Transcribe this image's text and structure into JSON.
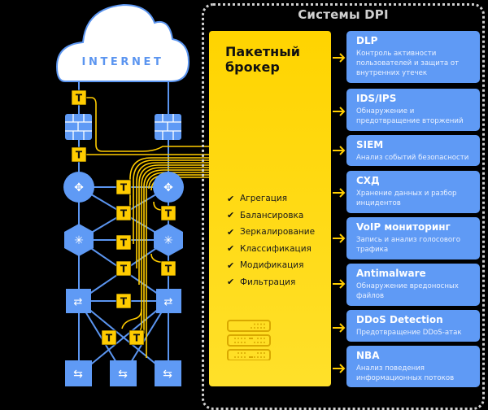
{
  "network": {
    "cloud_label": "INTERNET",
    "tap_label": "T",
    "colors": {
      "line": "#5b95f0",
      "node": "#5f9af5",
      "tap": "#ffcc00",
      "fiber": "#ffcc00"
    }
  },
  "dpi": {
    "title": "Системы DPI",
    "broker": {
      "title": "Пакетный брокер",
      "features": [
        {
          "icon": "check-icon",
          "label": "Агрегация"
        },
        {
          "icon": "check-icon",
          "label": "Балансировка"
        },
        {
          "icon": "check-icon",
          "label": "Зеркалирование"
        },
        {
          "icon": "check-icon",
          "label": "Классификация"
        },
        {
          "icon": "check-icon",
          "label": "Модификация"
        },
        {
          "icon": "check-icon",
          "label": "Фильтрация"
        }
      ],
      "icon": "server-icon"
    },
    "systems": [
      {
        "title": "DLP",
        "description": "Контроль активности пользователей и защита от внутренних утечек"
      },
      {
        "title": "IDS/IPS",
        "description": "Обнаружение и предотвращение вторжений"
      },
      {
        "title": "SIEM",
        "description": "Анализ событий безопасности"
      },
      {
        "title": "СХД",
        "description": "Хранение данных и разбор инцидентов"
      },
      {
        "title": "VoIP мониторинг",
        "description": "Запись и анализ голосового трафика"
      },
      {
        "title": "Antimalware",
        "description": "Обнаружение вредоносных файлов"
      },
      {
        "title": "DDoS Detection",
        "description": "Предотвращение DDoS-атак"
      },
      {
        "title": "NBA",
        "description": "Анализ поведения информационных потоков"
      }
    ],
    "colors": {
      "broker": "#ffd400",
      "card": "#5f9af5",
      "arrow": "#ffcc00"
    }
  }
}
